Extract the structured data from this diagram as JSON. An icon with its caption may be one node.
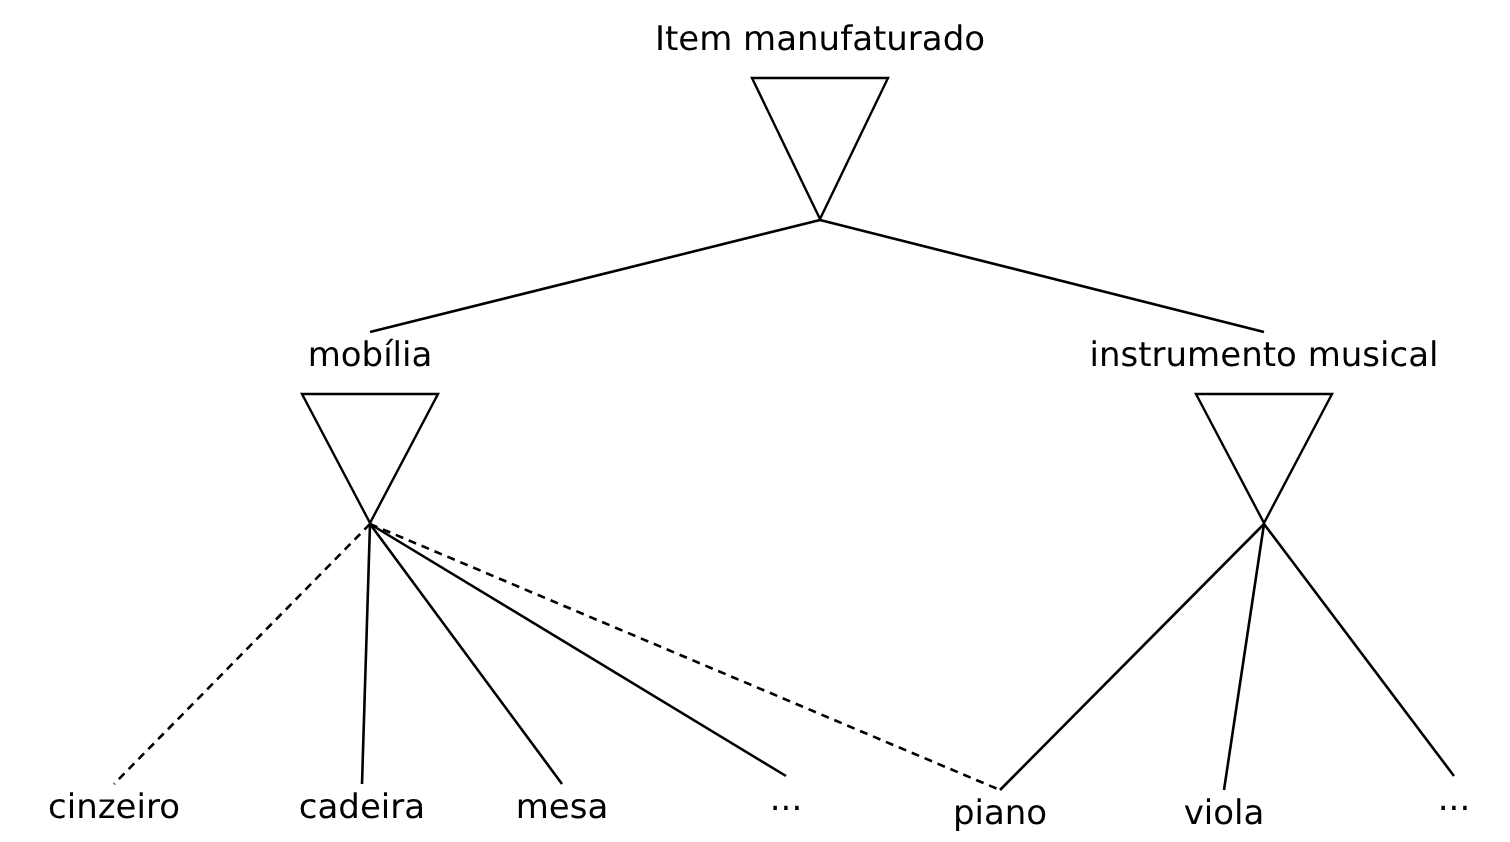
{
  "diagram": {
    "nodes": [
      {
        "text": [
          "Item manufaturado"
        ]
      },
      {
        "text": [
          "mobília"
        ]
      },
      {
        "text": [
          "instrumento musical"
        ]
      },
      {
        "text": [
          "cinzeiro"
        ]
      },
      {
        "text": [
          "cadeira"
        ]
      },
      {
        "text": [
          "mesa"
        ]
      },
      {
        "text": [
          "..."
        ]
      },
      {
        "text": [
          "piano"
        ]
      },
      {
        "text": [
          "viola"
        ]
      },
      {
        "text": [
          "..."
        ]
      }
    ],
    "edges": [
      {
        "from": 0,
        "to": 1,
        "arrow": "none"
      },
      {
        "from": 0,
        "to": 2,
        "arrow": "none"
      },
      {
        "from": 1,
        "to": 3,
        "arrow": "none",
        "style": "dashed"
      },
      {
        "from": 1,
        "to": 4,
        "arrow": "none"
      },
      {
        "from": 1,
        "to": 5,
        "arrow": "none"
      },
      {
        "from": 1,
        "to": 6,
        "arrow": "none"
      },
      {
        "from": 1,
        "to": 7,
        "arrow": "none",
        "style": "dashed"
      },
      {
        "from": 2,
        "to": 7,
        "arrow": "none"
      },
      {
        "from": 2,
        "to": 8,
        "arrow": "none"
      },
      {
        "from": 2,
        "to": 9,
        "arrow": "none"
      }
    ]
  }
}
